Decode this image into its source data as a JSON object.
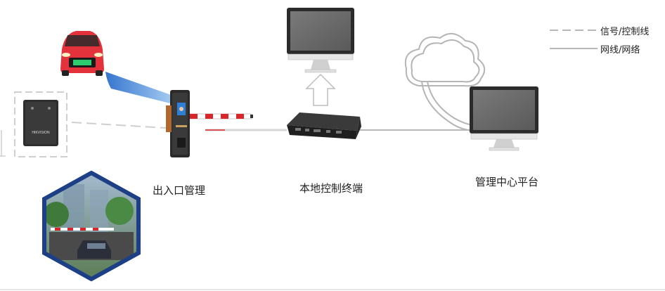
{
  "legend": {
    "signal_label": "信号/控制线",
    "network_label": "网线/网络"
  },
  "nodes": {
    "entrance_label": "出入口管理",
    "local_terminal_label": "本地控制终端",
    "platform_label": "管理中心平台"
  },
  "reader_brand": "HIKVISION",
  "colors": {
    "barrier_red": "#d8262b",
    "beam_blue": "#2f7fd6",
    "hexagon_border": "#1c3f86",
    "monitor_frame": "#2b2b2b",
    "screen_gray": "#6b6b6b",
    "car_red": "#e3323c"
  }
}
